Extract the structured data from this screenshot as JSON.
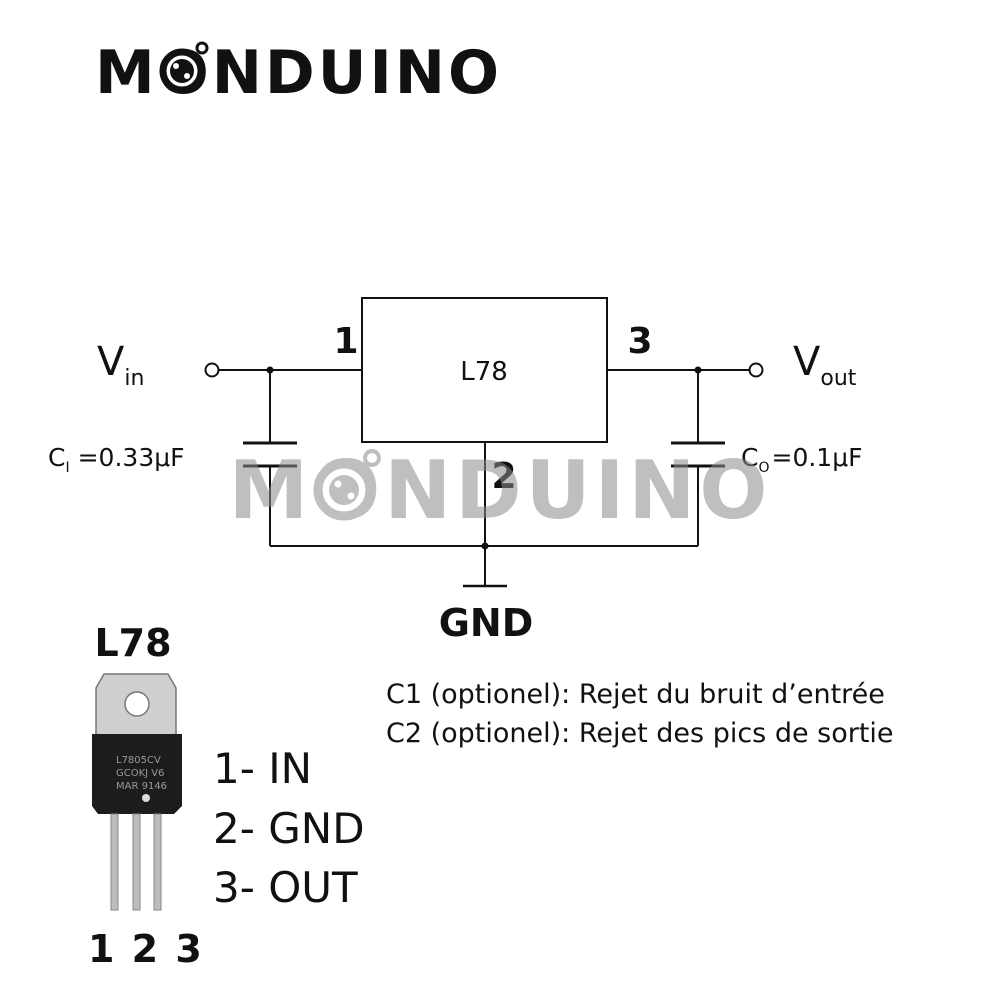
{
  "brand": {
    "logo_text": "MONDUINO",
    "watermark_text": "MONDUINO",
    "colors": {
      "ink": "#111111",
      "watermark": "#9a9a9a",
      "background": "#ffffff"
    }
  },
  "schematic": {
    "regulator_label": "L78",
    "pin_in": "1",
    "pin_out": "3",
    "pin_gnd": "2",
    "vin": {
      "main": "V",
      "sub": "in"
    },
    "vout": {
      "main": "V",
      "sub": "out"
    },
    "c_in": {
      "main": "C",
      "sub": "I",
      "value": "=0.33μF"
    },
    "c_out": {
      "main": "C",
      "sub": "O",
      "value": "=0.1μF"
    },
    "ground_label": "GND"
  },
  "package": {
    "title": "L78",
    "chip_marking": [
      "L7805CV",
      "GCOKJ V6",
      "MAR 9146"
    ],
    "pin_numbers": "1 2 3",
    "pinout": [
      "1- IN",
      "2- GND",
      "3- OUT"
    ]
  },
  "notes": [
    "C1 (optionel): Rejet du bruit d’entrée",
    "C2 (optionel): Rejet des pics de sortie"
  ]
}
